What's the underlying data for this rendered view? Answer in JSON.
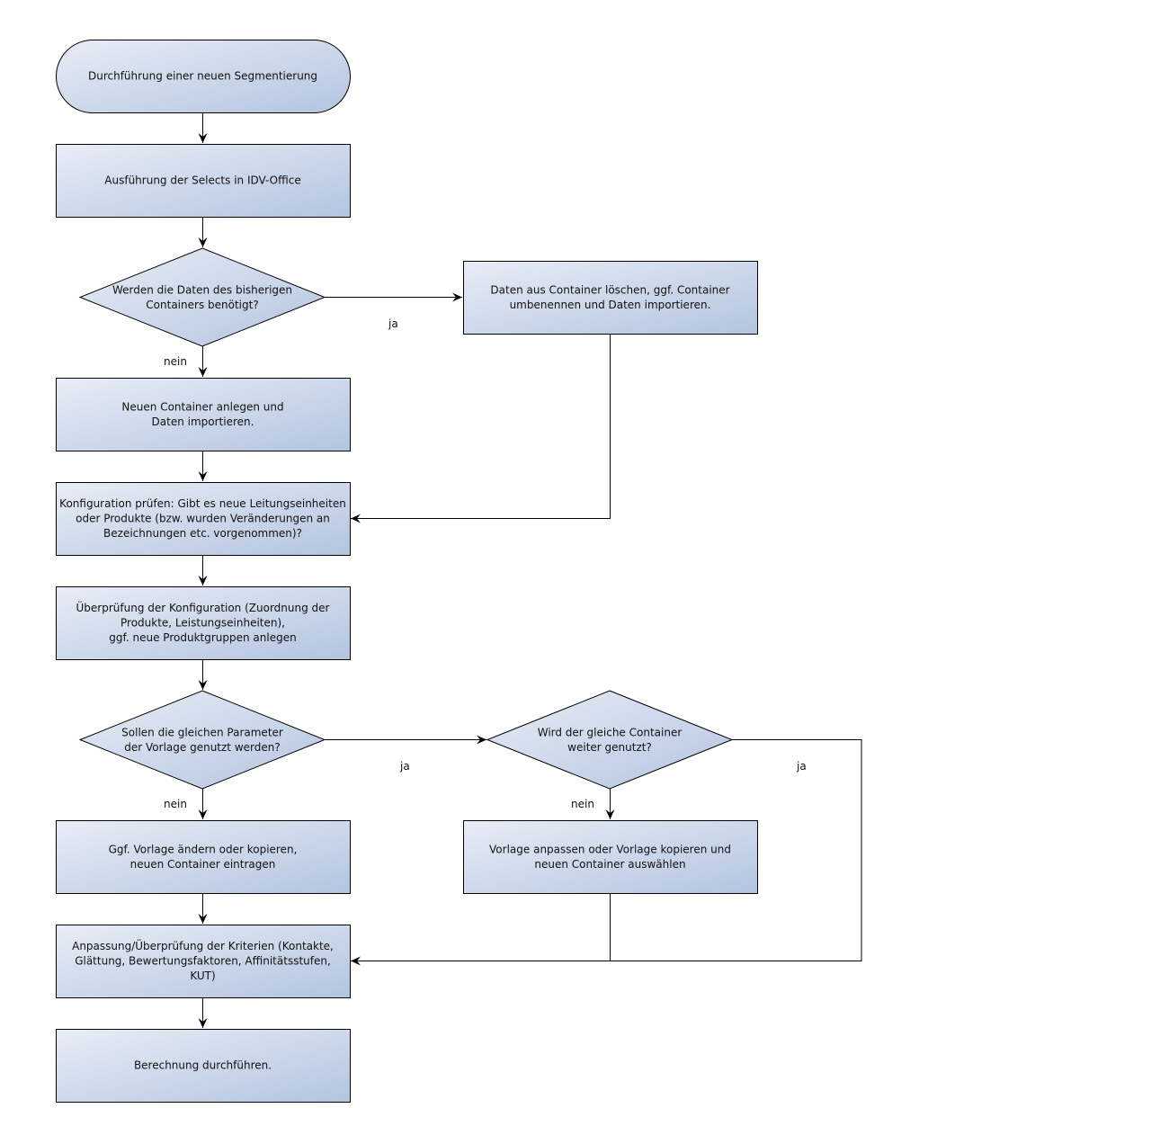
{
  "colors": {
    "fill_start": "#e8edf6",
    "fill_end": "#b3c4e0",
    "stroke": "#000000",
    "text": "#111111"
  },
  "nodes": {
    "start": {
      "type": "terminal",
      "lines": [
        "Durchführung einer neuen Segmentierung"
      ]
    },
    "selects": {
      "type": "process",
      "lines": [
        "Ausführung der Selects in IDV-Office"
      ]
    },
    "decision_container": {
      "type": "decision",
      "lines": [
        "Werden die Daten des bisherigen",
        "Containers benötigt?"
      ]
    },
    "delete_data": {
      "type": "process",
      "lines": [
        "Daten aus Container löschen, ggf. Container",
        "umbenennen und Daten importieren."
      ]
    },
    "new_container": {
      "type": "process",
      "lines": [
        "Neuen Container anlegen und",
        "Daten importieren."
      ]
    },
    "check_config": {
      "type": "process",
      "lines": [
        "Konfiguration prüfen: Gibt es neue Leitungseinheiten",
        "oder Produkte (bzw. wurden Veränderungen an",
        "Bezeichnungen etc. vorgenommen)?"
      ]
    },
    "verify_config": {
      "type": "process",
      "lines": [
        "Überprüfung der Konfiguration (Zuordnung der",
        "Produkte, Leistungseinheiten),",
        "ggf. neue Produktgruppen anlegen"
      ]
    },
    "decision_params": {
      "type": "decision",
      "lines": [
        "Sollen die gleichen Parameter",
        "der Vorlage genutzt werden?"
      ]
    },
    "decision_same_container": {
      "type": "decision",
      "lines": [
        "Wird der gleiche Container",
        "weiter genutzt?"
      ]
    },
    "change_template": {
      "type": "process",
      "lines": [
        "Ggf. Vorlage ändern oder kopieren,",
        "neuen Container eintragen"
      ]
    },
    "adjust_template": {
      "type": "process",
      "lines": [
        "Vorlage anpassen oder Vorlage kopieren und",
        "neuen Container auswählen"
      ]
    },
    "criteria": {
      "type": "process",
      "lines": [
        "Anpassung/Überprüfung der Kriterien (Kontakte,",
        "Glättung, Bewertungsfaktoren, Affinitätsstufen,",
        "KUT)"
      ]
    },
    "calculate": {
      "type": "process",
      "lines": [
        "Berechnung durchführen."
      ]
    }
  },
  "edges": [
    {
      "from": "start",
      "to": "selects",
      "label": ""
    },
    {
      "from": "selects",
      "to": "decision_container",
      "label": ""
    },
    {
      "from": "decision_container",
      "to": "delete_data",
      "label": "ja"
    },
    {
      "from": "decision_container",
      "to": "new_container",
      "label": "nein"
    },
    {
      "from": "delete_data",
      "to": "check_config",
      "label": ""
    },
    {
      "from": "new_container",
      "to": "check_config",
      "label": ""
    },
    {
      "from": "check_config",
      "to": "verify_config",
      "label": ""
    },
    {
      "from": "verify_config",
      "to": "decision_params",
      "label": ""
    },
    {
      "from": "decision_params",
      "to": "decision_same_container",
      "label": "ja"
    },
    {
      "from": "decision_params",
      "to": "change_template",
      "label": "nein"
    },
    {
      "from": "decision_same_container",
      "to": "adjust_template",
      "label": "nein"
    },
    {
      "from": "decision_same_container",
      "to": "criteria",
      "label": "ja"
    },
    {
      "from": "change_template",
      "to": "criteria",
      "label": ""
    },
    {
      "from": "adjust_template",
      "to": "criteria",
      "label": ""
    },
    {
      "from": "criteria",
      "to": "calculate",
      "label": ""
    }
  ]
}
